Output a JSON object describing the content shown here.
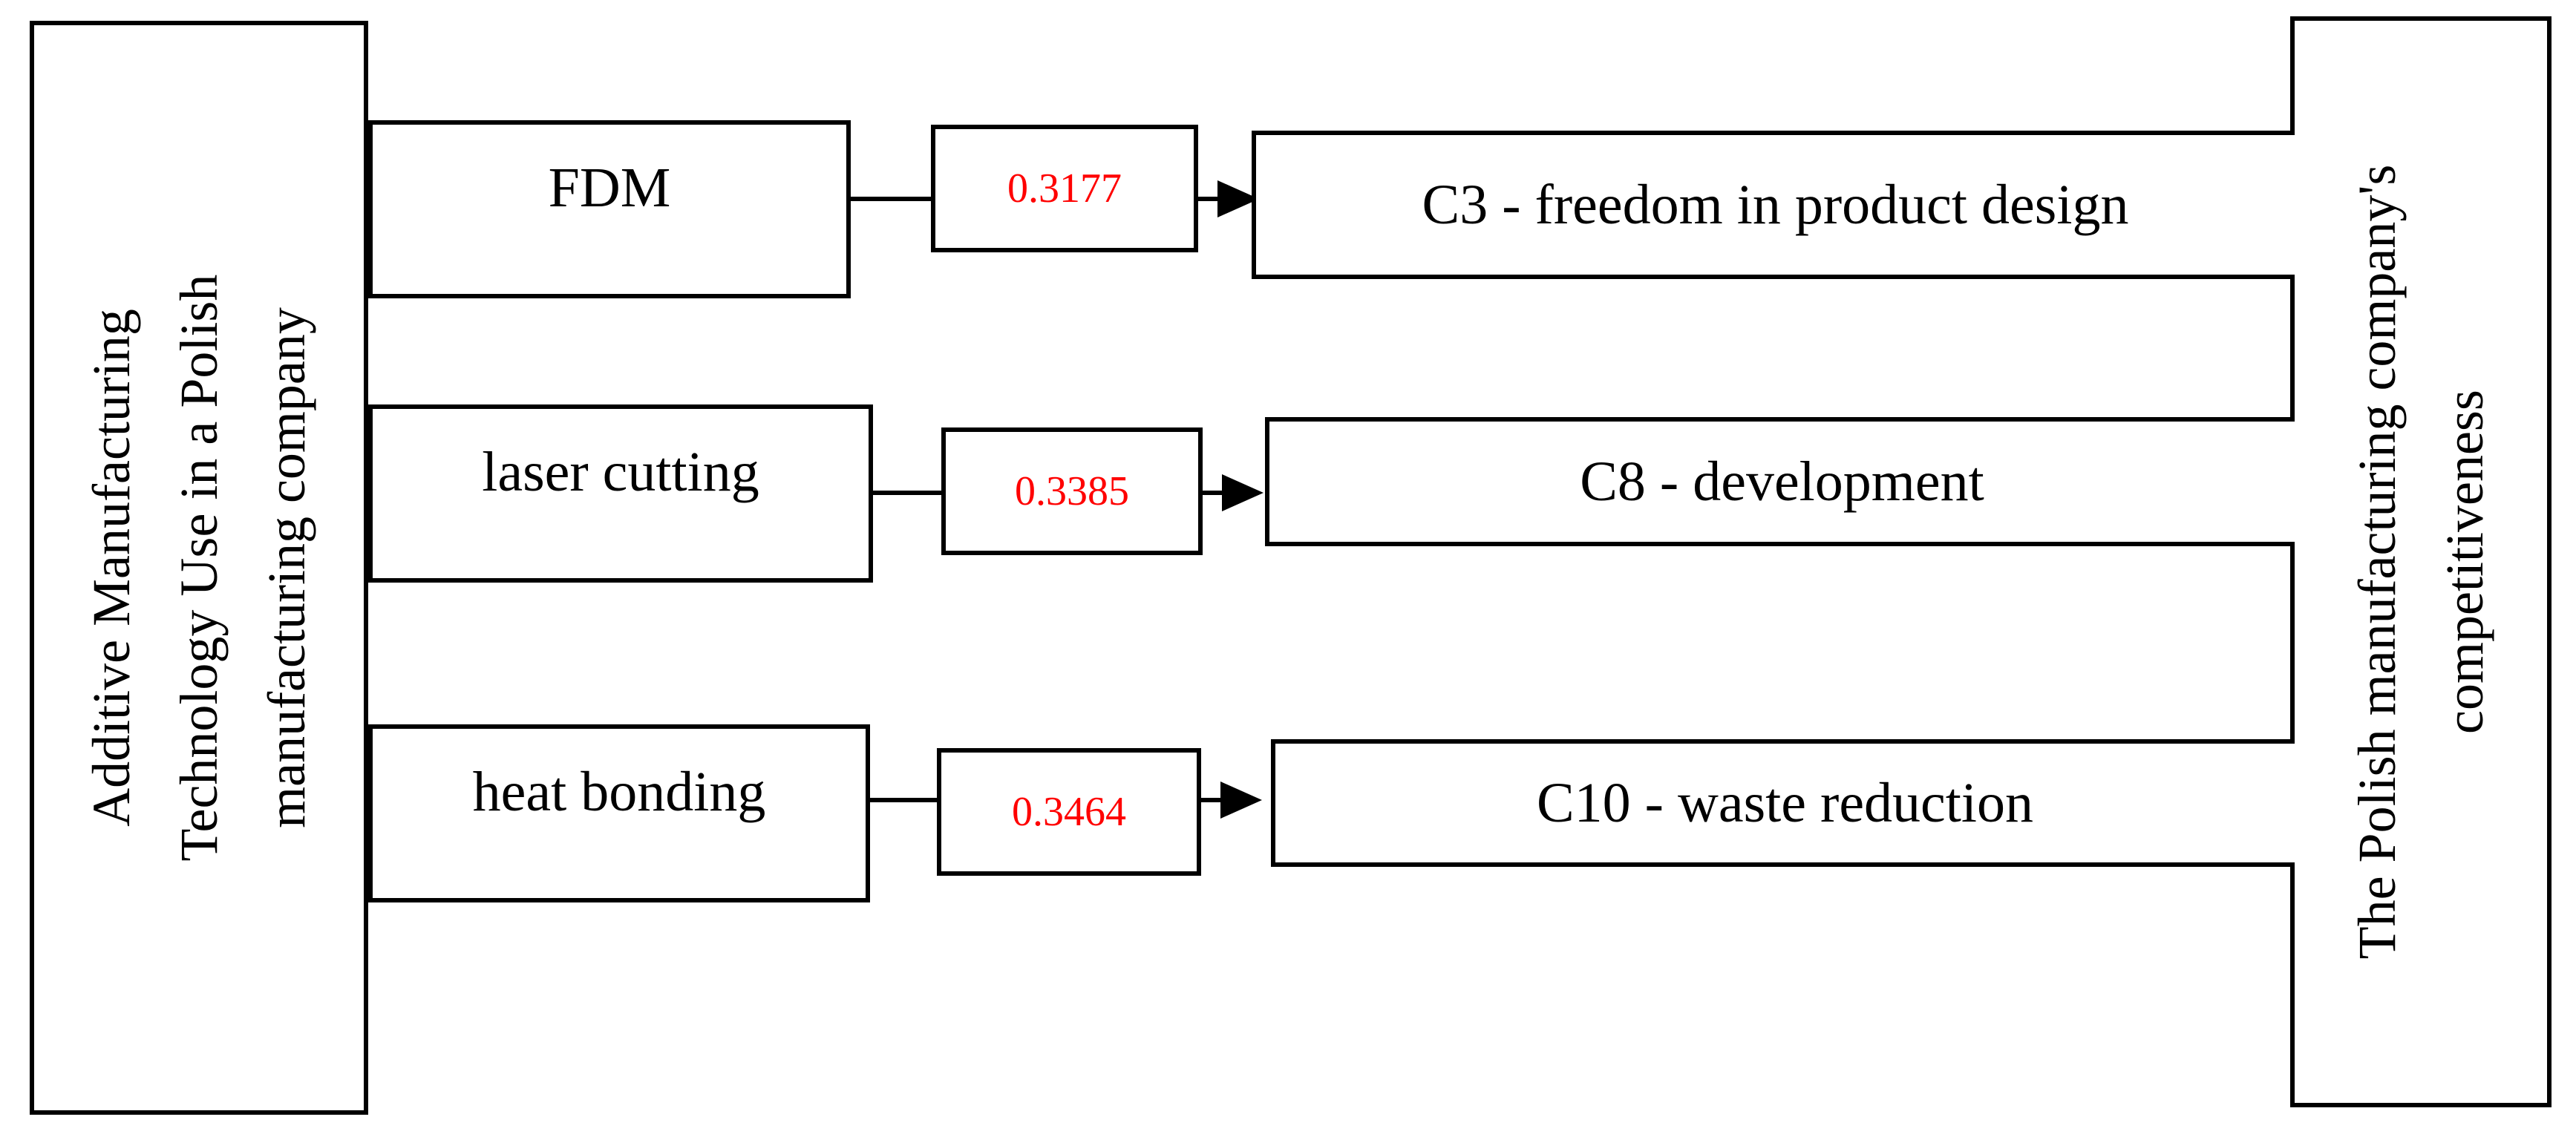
{
  "left_box": {
    "lines": [
      "Additive Manufacturing",
      "Technology Use in a Polish",
      "manufacturing company"
    ]
  },
  "right_box": {
    "lines": [
      "The Polish manufacturing company's",
      "competitiveness"
    ]
  },
  "rows": [
    {
      "technology": "FDM",
      "weight": "0.3177",
      "criterion": "C3 - freedom in product design"
    },
    {
      "technology": "laser cutting",
      "weight": "0.3385",
      "criterion": "C8 - development"
    },
    {
      "technology": "heat bonding",
      "weight": "0.3464",
      "criterion": "C10 - waste reduction"
    }
  ],
  "colors": {
    "weight_text": "#ff0000",
    "lines": "#000000"
  }
}
